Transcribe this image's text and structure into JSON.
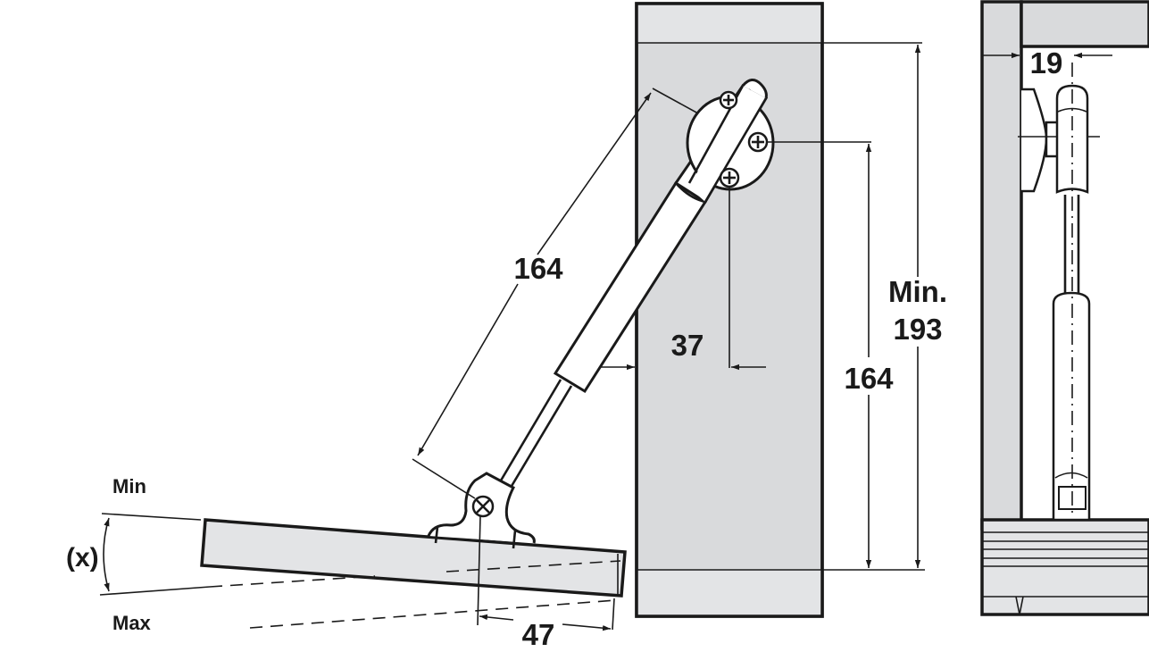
{
  "diagram": {
    "type": "technical-drawing",
    "subject": "gas strut / lid stay mounting dimensions",
    "dimensions": {
      "strut_length": "164",
      "offset_from_side": "37",
      "mount_height": "164",
      "min_height_label_line1": "Min.",
      "min_height_label_line2": "193",
      "side_offset": "19",
      "flap_offset": "47"
    },
    "angle_labels": {
      "min": "Min",
      "max": "Max",
      "x": "(x)"
    },
    "colors": {
      "panel_fill": "#d9dadc",
      "panel_light_fill": "#e3e4e6",
      "line": "#1a1a1a",
      "background": "#ffffff"
    }
  }
}
